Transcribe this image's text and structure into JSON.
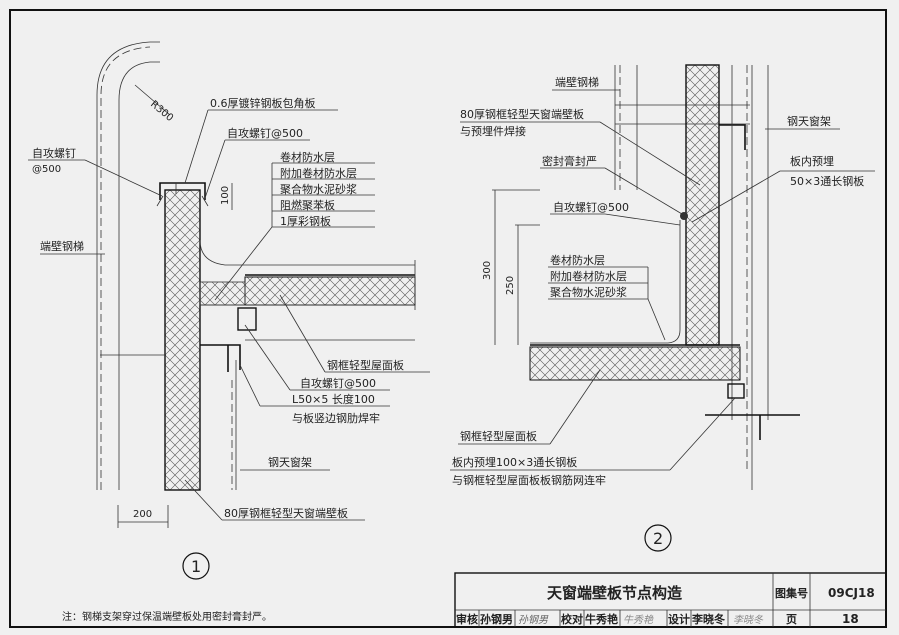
{
  "detail1": {
    "marker": "1",
    "radius": "R300",
    "dim_100": "100",
    "dim_200": "200",
    "labels": {
      "corner_plate": "0.6厚镀锌钢板包角板",
      "screw_top": "自攻螺钉@500",
      "screw_left_1": "自攻螺钉",
      "screw_left_2": "@500",
      "layer1": "卷材防水层",
      "layer2": "附加卷材防水层",
      "layer3": "聚合物水泥砂浆",
      "layer4": "阻燃聚苯板",
      "layer5": "1厚彩钢板",
      "ladder": "端壁钢梯",
      "roof_panel": "钢框轻型屋面板",
      "screw_bottom": "自攻螺钉@500",
      "angle_1": "L50×5 长度100",
      "angle_2": "与板竖边钢肋焊牢",
      "frame": "钢天窗架",
      "wall_panel": "80厚钢框轻型天窗端壁板"
    }
  },
  "detail2": {
    "marker": "2",
    "dim_300": "300",
    "dim_250": "250",
    "labels": {
      "ladder": "端壁钢梯",
      "wall_1": "80厚钢框轻型天窗端壁板",
      "wall_2": "与预埋件焊接",
      "frame": "钢天窗架",
      "sealant": "密封膏封严",
      "embed_1": "板内预埋",
      "embed_2": "50×3通长钢板",
      "screw": "自攻螺钉@500",
      "layer1": "卷材防水层",
      "layer2": "附加卷材防水层",
      "layer3": "聚合物水泥砂浆",
      "roof_panel": "钢框轻型屋面板",
      "embed_roof_1": "板内预埋100×3通长钢板",
      "embed_roof_2": "与钢框轻型屋面板板钢筋网连牢"
    }
  },
  "note": "注：钢梯支架穿过保温端壁板处用密封膏封严。",
  "title_block": {
    "title": "天窗端壁板节点构造",
    "atlas_label": "图集号",
    "atlas_no": "09CJ18",
    "review_label": "审核",
    "reviewer": "孙钢男",
    "reviewer_sig": "孙钢男",
    "check_label": "校对",
    "checker": "牛秀艳",
    "checker_sig": "牛秀艳",
    "design_label": "设计",
    "designer": "李晓冬",
    "designer_sig": "李晓冬",
    "page_label": "页",
    "page_no": "18"
  }
}
